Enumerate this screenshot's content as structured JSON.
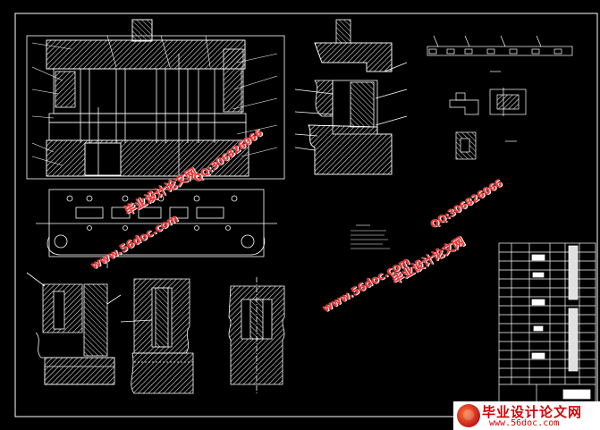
{
  "drawing": {
    "background": "#000000",
    "line_color": "#ffffff",
    "hatch_color": "#d9d9d9"
  },
  "watermarks": [
    {
      "kind": "cn",
      "text": "毕业设计论文网"
    },
    {
      "kind": "url",
      "text": "www.56doc.com"
    },
    {
      "kind": "qq",
      "text": "QQ:306826066"
    },
    {
      "kind": "cn",
      "text": "毕业设计论文网"
    },
    {
      "kind": "url",
      "text": "www.56doc.com"
    },
    {
      "kind": "qq",
      "text": "QQ:306826066"
    }
  ],
  "logo": {
    "title": "毕业设计论文网",
    "url": "www.56doc.com"
  }
}
